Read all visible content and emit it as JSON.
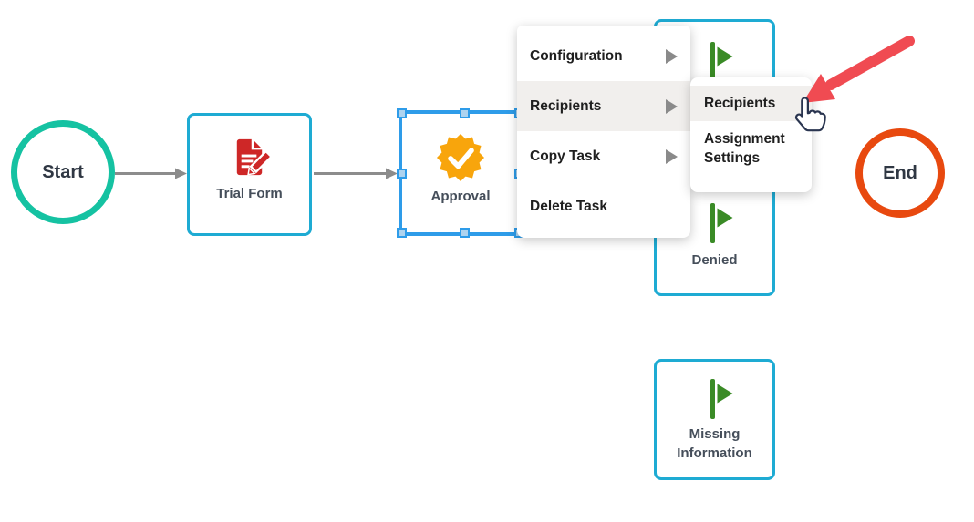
{
  "workflow": {
    "start": {
      "label": "Start",
      "ring_color": "#15c2a2"
    },
    "end": {
      "label": "End",
      "ring_color": "#e8490f"
    },
    "nodes": [
      {
        "id": "trial-form",
        "label": "Trial Form",
        "icon": "document-edit-icon",
        "icon_color": "#ce2727",
        "selected": false
      },
      {
        "id": "approval",
        "label": "Approval",
        "icon": "approval-badge-icon",
        "icon_color": "#f8a50c",
        "selected": true,
        "selection_color": "#2e9ce9"
      },
      {
        "id": "outcome-top",
        "label": "",
        "icon": "flag-icon",
        "icon_color": "#3a8b26",
        "selected": false
      },
      {
        "id": "denied",
        "label": "Denied",
        "icon": "flag-icon",
        "icon_color": "#3a8b26",
        "selected": false
      },
      {
        "id": "missing-information",
        "label": "Missing Information",
        "icon": "flag-icon",
        "icon_color": "#3a8b26",
        "selected": false
      }
    ],
    "node_border_color": "#1eabd3",
    "connector_color": "#8c8c8c"
  },
  "context_menu": {
    "items": [
      {
        "label": "Configuration",
        "has_submenu": true,
        "highlighted": false
      },
      {
        "label": "Recipients",
        "has_submenu": true,
        "highlighted": true
      },
      {
        "label": "Copy Task",
        "has_submenu": true,
        "highlighted": false
      },
      {
        "label": "Delete Task",
        "has_submenu": false,
        "highlighted": false
      }
    ]
  },
  "submenu": {
    "items": [
      {
        "label": "Recipients",
        "highlighted": true
      },
      {
        "label": "Assignment Settings",
        "highlighted": false
      }
    ]
  },
  "annotation": {
    "arrow_color": "#f04b52",
    "cursor": "hand-pointer"
  }
}
